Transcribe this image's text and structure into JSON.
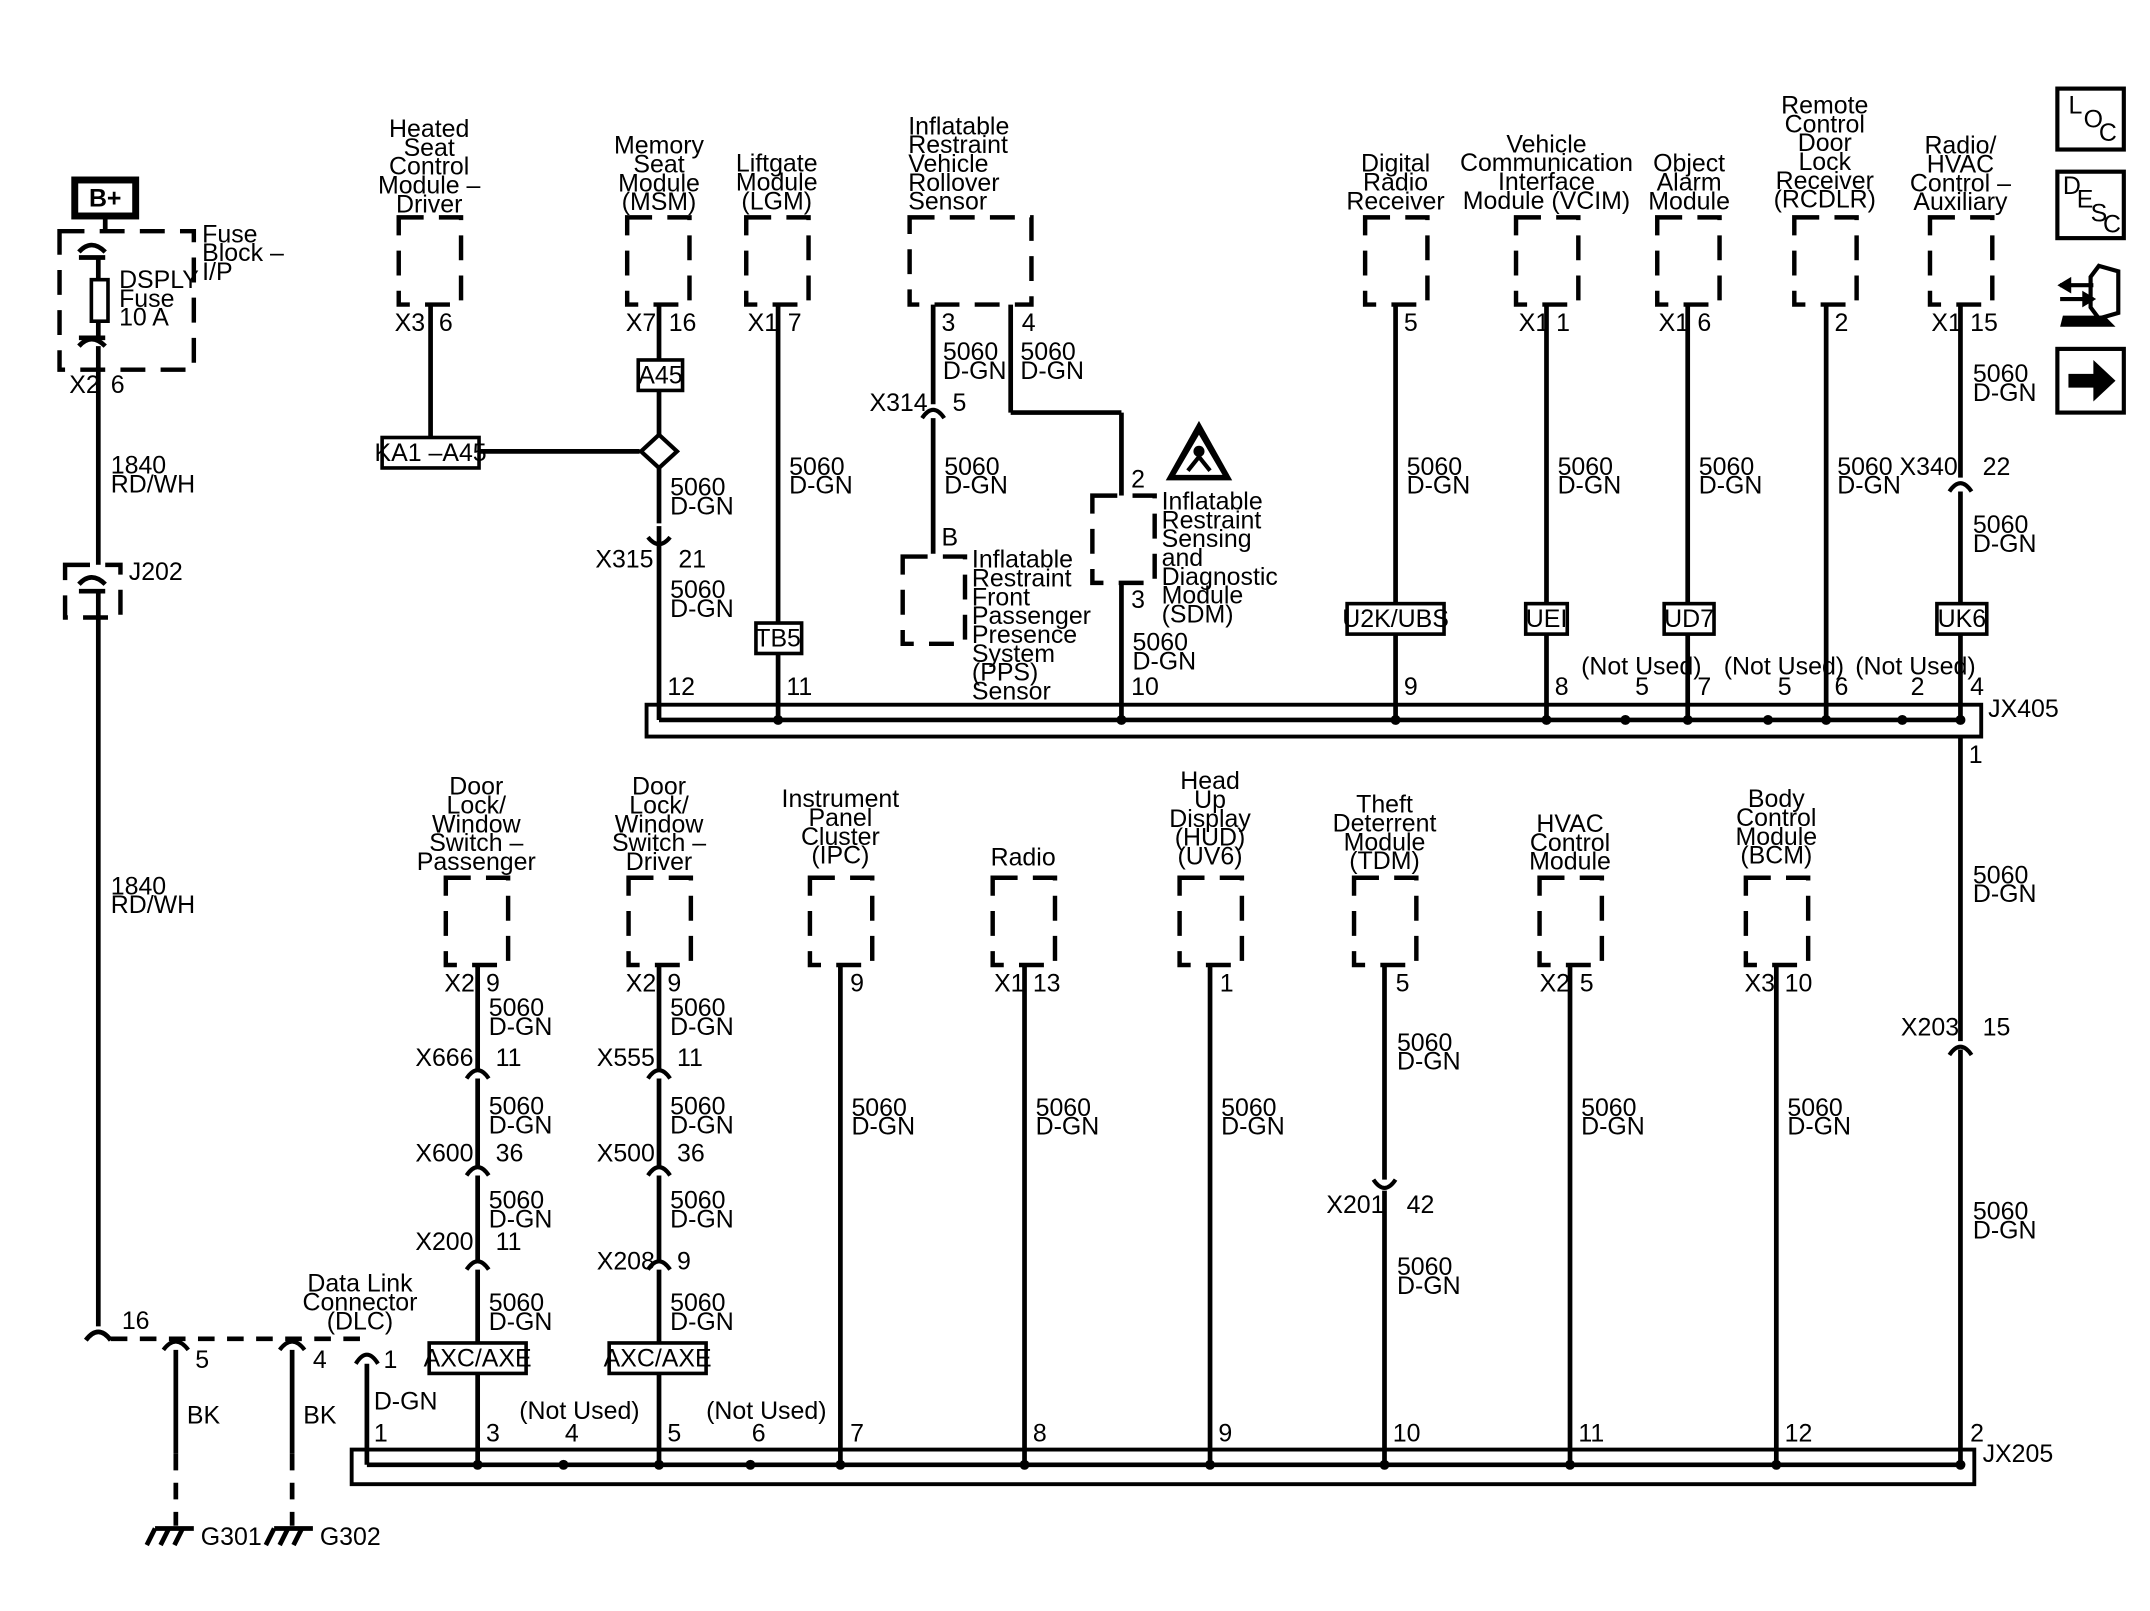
{
  "power": {
    "label": "B+"
  },
  "fuse_block": {
    "name": "Fuse\nBlock –\nI/P",
    "fuse": "DSPLY\nFuse\n10 A",
    "conn": "X2",
    "pin": "6"
  },
  "splice_j202": "J202",
  "wire_top": "1840\nRD/WH",
  "wire_left_mid": "1840\nRD/WH",
  "wire_code": "5060\nD-GN",
  "wire_dgn": "D-GN",
  "wire_bk": "BK",
  "not_used": "(Not Used)",
  "ka1": "KA1 –A45",
  "options": {
    "a45": "A45",
    "tb5": "TB5",
    "u2k": "U2K/UBS",
    "uei": "UEI",
    "ud7": "UD7",
    "uk6": "UK6",
    "axc1": "AXC/AXE",
    "axc2": "AXC/AXE"
  },
  "top_modules": [
    {
      "id": "heated",
      "name": "Heated\nSeat\nControl\nModule –\nDriver",
      "conn": "X3",
      "pin": "6"
    },
    {
      "id": "msm",
      "name": "Memory\nSeat\nModule\n(MSM)",
      "conn": "X7",
      "pin": "16"
    },
    {
      "id": "lgm",
      "name": "Liftgate\nModule\n(LGM)",
      "conn": "X1",
      "pin": "7"
    },
    {
      "id": "rollover",
      "name": "Inflatable\nRestraint\nVehicle\nRollover\nSensor",
      "pins": [
        "3",
        "4"
      ]
    },
    {
      "id": "drr",
      "name": "Digital\nRadio\nReceiver",
      "pin": "5"
    },
    {
      "id": "vcim",
      "name": "Vehicle\nCommunication\nInterface\nModule (VCIM)",
      "conn": "X1",
      "pin": "1"
    },
    {
      "id": "oam",
      "name": "Object\nAlarm\nModule",
      "conn": "X1",
      "pin": "6"
    },
    {
      "id": "rcdlr",
      "name": "Remote\nControl\nDoor\nLock\nReceiver\n(RCDLR)",
      "pin": "2"
    },
    {
      "id": "hvacaux",
      "name": "Radio/\nHVAC\nControl –\nAuxiliary",
      "conn": "X1",
      "pin": "15"
    }
  ],
  "pps": {
    "name": "Inflatable\nRestraint\nFront\nPassenger\nPresence\nSystem\n(PPS)\nSensor",
    "pin": "B"
  },
  "sdm": {
    "name": "Inflatable\nRestraint\nSensing\nand\nDiagnostic\nModule\n(SDM)",
    "pins": [
      "2",
      "3"
    ]
  },
  "inline_top": {
    "x314": {
      "name": "X314",
      "pin": "5"
    },
    "x315": {
      "name": "X315",
      "pin": "21"
    },
    "x340": {
      "name": "X340",
      "pin": "22"
    }
  },
  "jx405": {
    "name": "JX405",
    "pins": [
      "12",
      "11",
      "10",
      "9",
      "8",
      "5",
      "7",
      "5",
      "6",
      "2",
      "4"
    ],
    "out_pin": "1"
  },
  "bottom_modules": [
    {
      "id": "dlwp",
      "name": "Door\nLock/\nWindow\nSwitch –\nPassenger",
      "conn": "X2",
      "pin": "9"
    },
    {
      "id": "dlwd",
      "name": "Door\nLock/\nWindow\nSwitch –\nDriver",
      "conn": "X2",
      "pin": "9"
    },
    {
      "id": "ipc",
      "name": "Instrument\nPanel\nCluster\n(IPC)",
      "pin": "9"
    },
    {
      "id": "radio",
      "name": "Radio",
      "conn": "X1",
      "pin": "13"
    },
    {
      "id": "hud",
      "name": "Head\nUp\nDisplay\n(HUD)\n(UV6)",
      "pin": "1"
    },
    {
      "id": "tdm",
      "name": "Theft\nDeterrent\nModule\n(TDM)",
      "pin": "5"
    },
    {
      "id": "hvac",
      "name": "HVAC\nControl\nModule",
      "conn": "X2",
      "pin": "5"
    },
    {
      "id": "bcm",
      "name": "Body\nControl\nModule\n(BCM)",
      "conn": "X3",
      "pin": "10"
    }
  ],
  "inline_bottom": {
    "x666": {
      "name": "X666",
      "pin": "11"
    },
    "x600": {
      "name": "X600",
      "pin": "36"
    },
    "x200": {
      "name": "X200",
      "pin": "11"
    },
    "x555": {
      "name": "X555",
      "pin": "11"
    },
    "x500": {
      "name": "X500",
      "pin": "36"
    },
    "x208": {
      "name": "X208",
      "pin": "9"
    },
    "x201": {
      "name": "X201",
      "pin": "42"
    },
    "x203": {
      "name": "X203",
      "pin": "15"
    }
  },
  "dlc": {
    "name": "Data Link\nConnector\n(DLC)",
    "pins": [
      "16",
      "5",
      "4",
      "1"
    ]
  },
  "jx205": {
    "name": "JX205",
    "pins": [
      "1",
      "3",
      "4",
      "5",
      "6",
      "7",
      "8",
      "9",
      "10",
      "11",
      "12",
      "2"
    ]
  },
  "grounds": {
    "g301": "G301",
    "g302": "G302"
  },
  "nav_icons": [
    {
      "id": "loc",
      "letters": [
        "L",
        "O",
        "C"
      ]
    },
    {
      "id": "desc",
      "letters": [
        "D",
        "E",
        "S",
        "C"
      ]
    },
    {
      "id": "connector-tool"
    },
    {
      "id": "next-arrow"
    }
  ]
}
